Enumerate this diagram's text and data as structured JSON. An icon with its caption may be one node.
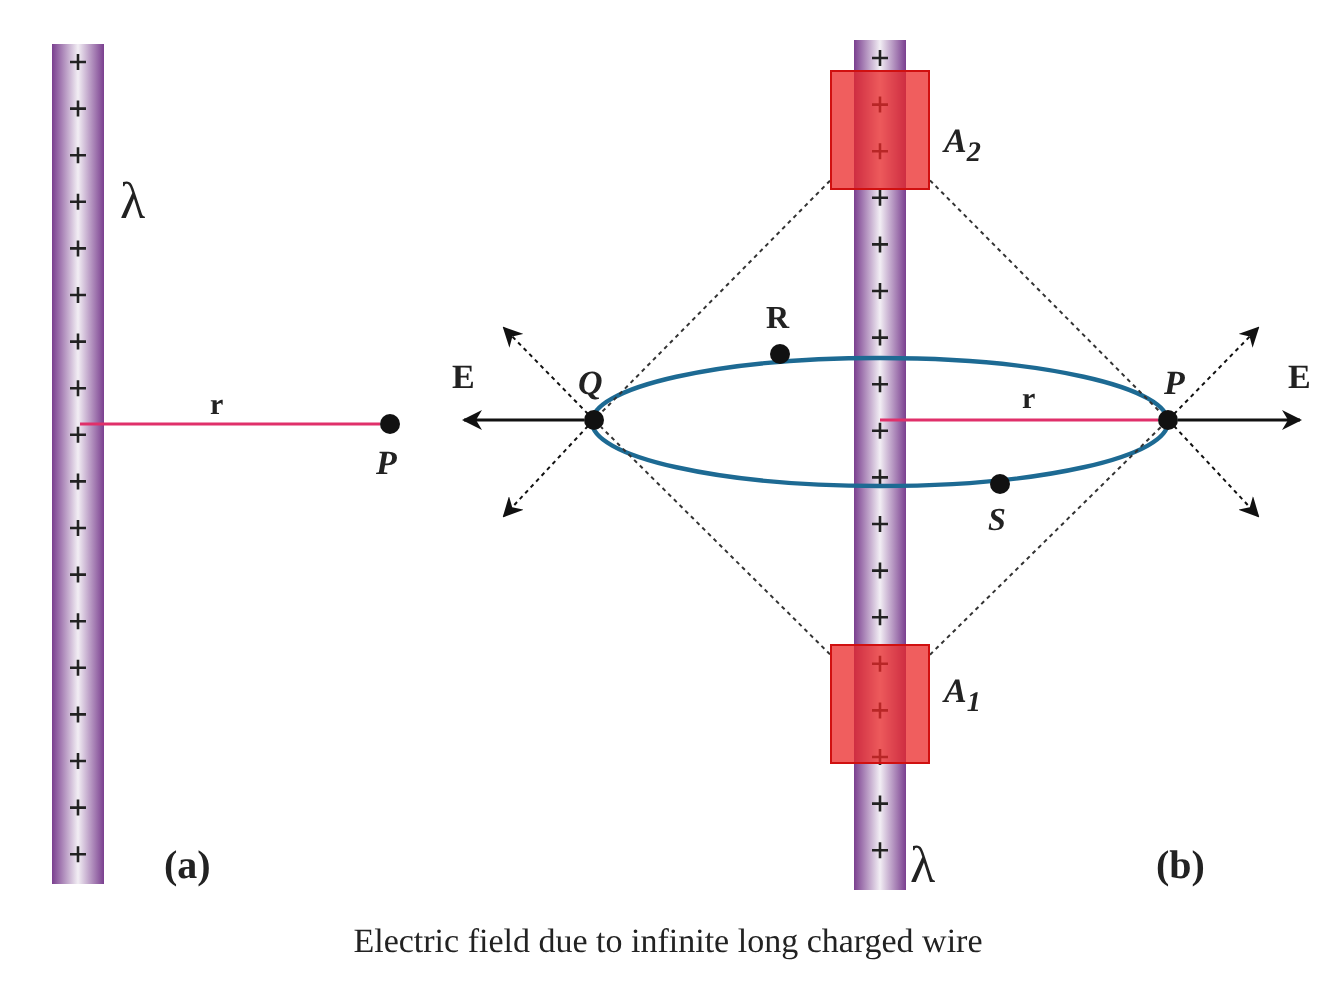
{
  "diagram": {
    "caption": "Electric field due to infinite long charged wire",
    "nodes": [
      {
        "text": [
          "A$_{2}$"
        ]
      },
      {
        "text": [
          "A$_{1}$"
        ]
      },
      {
        "text": [
          "Q"
        ]
      },
      {
        "text": [
          "P"
        ]
      }
    ],
    "edges": [
      {
        "from": 0,
        "to": 2,
        "arrow": "none",
        "style": "dashed"
      },
      {
        "from": 0,
        "to": 3,
        "arrow": "none",
        "style": "dashed"
      },
      {
        "from": 1,
        "to": 2,
        "arrow": "none",
        "style": "dashed"
      },
      {
        "from": 1,
        "to": 3,
        "arrow": "none",
        "style": "dashed"
      }
    ],
    "labels": [
      "λ",
      "r",
      "P",
      "R",
      "E⃗",
      "E⃗",
      "r",
      "S",
      "λ",
      "(a)",
      "(b)"
    ]
  }
}
